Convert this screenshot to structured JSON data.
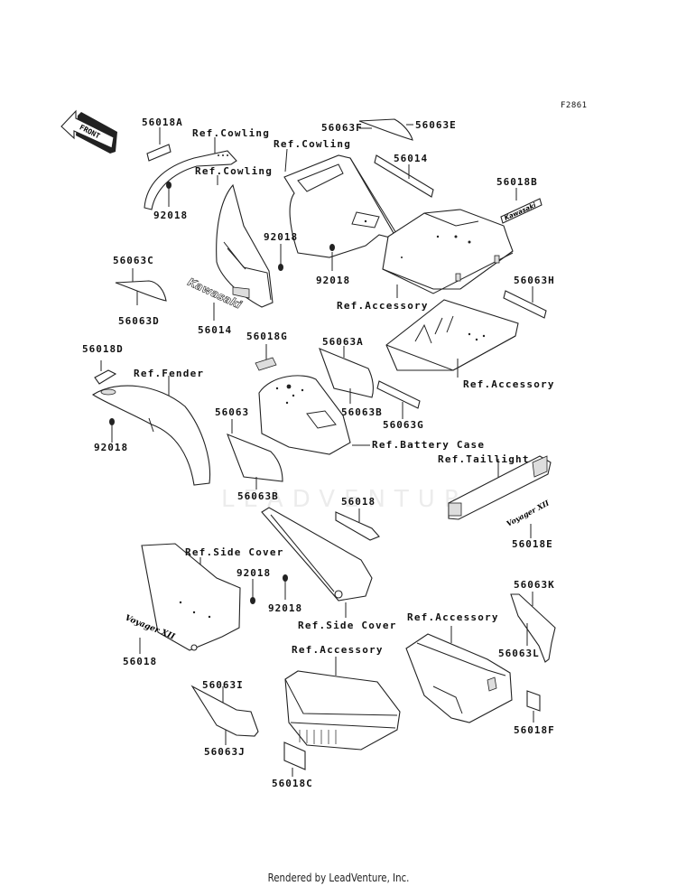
{
  "figure_id": "F2861",
  "orientation_badge": {
    "label": "FRONT",
    "icon": "front-arrow-icon"
  },
  "watermark": "LEADVENTURE",
  "footer": "Rendered by LeadVenture, Inc.",
  "callouts": {
    "c56018A": "56018A",
    "refCowling1": "Ref.Cowling",
    "refCowling2": "Ref.Cowling",
    "refCowling3": "Ref.Cowling",
    "c92018a": "92018",
    "c56063F": "56063F",
    "c56063E": "56063E",
    "c56014a": "56014",
    "c56018B": "56018B",
    "c92018b": "92018",
    "c92018c": "92018",
    "c56063C": "56063C",
    "c56063D": "56063D",
    "c56014b": "56014",
    "refAccessory1": "Ref.Accessory",
    "c56063H": "56063H",
    "c56018G": "56018G",
    "c56063A": "56063A",
    "c56018D": "56018D",
    "refFender": "Ref.Fender",
    "refAccessory2": "Ref.Accessory",
    "c92018d": "92018",
    "c56063": "56063",
    "c56063B1": "56063B",
    "c56063G": "56063G",
    "refBatteryCase": "Ref.Battery Case",
    "refTaillight": "Ref.Taillight",
    "c56063B2": "56063B",
    "c56018": "56018",
    "c56018E": "56018E",
    "refSideCover1": "Ref.Side Cover",
    "c92018e": "92018",
    "c92018f": "92018",
    "refSideCover2": "Ref.Side Cover",
    "c56018b": "56018",
    "refAccessory3": "Ref.Accessory",
    "c56063K": "56063K",
    "c56063L": "56063L",
    "refAccessory4": "Ref.Accessory",
    "c56063I": "56063I",
    "c56063J": "56063J",
    "c56018F": "56018F",
    "c56018C": "56018C"
  },
  "emblem_texts": {
    "kawasaki_side": "Kawasaki",
    "kawasaki_trunk": "Kawasaki",
    "voyager_1": "Voyager XII",
    "voyager_2": "Voyager XII"
  }
}
